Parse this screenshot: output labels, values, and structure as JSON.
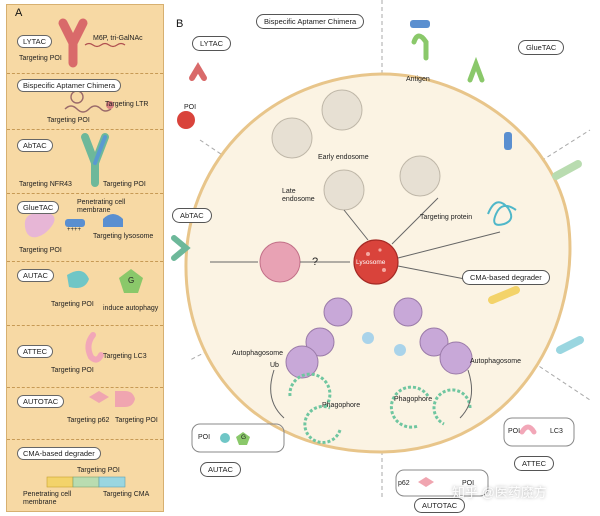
{
  "panel_a": {
    "letter": "A",
    "sections": [
      {
        "pill": "LYTAC",
        "labels": [
          "M6P, tri-GalNAc",
          "Targeting POI"
        ]
      },
      {
        "pill": "Bispecific Aptamer Chimera",
        "labels": [
          "Targeting LTR",
          "Targeting POI"
        ]
      },
      {
        "pill": "AbTAC",
        "labels": [
          "Targeting NFR43",
          "Targeting POI"
        ]
      },
      {
        "pill": "GlueTAC",
        "labels": [
          "Penetrating cell membrane",
          "Targeting POI",
          "Targeting lysosome",
          "++++"
        ]
      },
      {
        "pill": "AUTAC",
        "labels": [
          "Targeting POI",
          "induce autophagy",
          "G"
        ]
      },
      {
        "pill": "ATTEC",
        "labels": [
          "Targeting LC3",
          "Targeting POI"
        ]
      },
      {
        "pill": "AUTOTAC",
        "labels": [
          "Targeting p62",
          "Targeting POI"
        ]
      },
      {
        "pill": "CMA-based degrader",
        "labels": [
          "Targeting POI",
          "Penetrating cell membrane",
          "Targeting CMA"
        ]
      }
    ]
  },
  "panel_b": {
    "letter": "B",
    "pills": {
      "lytac": "LYTAC",
      "bispecific": "Bispecific Aptamer Chimera",
      "gluetac": "GlueTAC",
      "abtac": "AbTAC",
      "cma": "CMA-based degrader",
      "autac": "AUTAC",
      "attec": "ATTEC",
      "autotac": "AUTOTAC"
    },
    "labels": {
      "poi": "POI",
      "antigen": "Antigen",
      "early_endosome": "Early endosome",
      "late_endosome": "Late endosome",
      "lysosome": "Lysosome",
      "targeting_protein": "Targeting protein",
      "autophagosome_left": "Autophagosome",
      "autophagosome_right": "Autophagosome",
      "ub": "Ub",
      "phagophore_left": "Phagophore",
      "phagophore_right": "Phagophore",
      "question": "?",
      "poi_autac": "POI",
      "g": "G",
      "poi_attec": "POI",
      "lc3": "LC3",
      "p62": "p62",
      "poi_autotac": "POI"
    },
    "watermark": "知乎 @医药魔方"
  },
  "colors": {
    "panel_bg": "#f7d9a4",
    "cell_fill": "#fbf3e3",
    "lysosome": "#d9433b",
    "endosome": "#e7e0d3",
    "autophagosome": "#c8a8d8"
  }
}
